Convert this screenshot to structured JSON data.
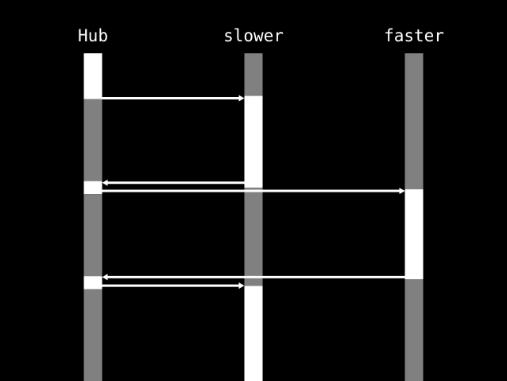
{
  "diagram": {
    "type": "sequence-activity-timeline",
    "colors": {
      "background": "#000000",
      "active": "#ffffff",
      "idle": "#808080",
      "arrow": "#ffffff",
      "label": "#ffffff"
    },
    "lanes": [
      {
        "id": "hub",
        "label": "Hub",
        "segments": [
          {
            "state": "active",
            "from": 0,
            "to": 0.14
          },
          {
            "state": "idle",
            "from": 0.14,
            "to": 0.39
          },
          {
            "state": "active",
            "from": 0.39,
            "to": 0.43
          },
          {
            "state": "idle",
            "from": 0.43,
            "to": 0.68
          },
          {
            "state": "active",
            "from": 0.68,
            "to": 0.72
          },
          {
            "state": "idle",
            "from": 0.72,
            "to": 1
          }
        ]
      },
      {
        "id": "slower",
        "label": "slower",
        "segments": [
          {
            "state": "idle",
            "from": 0,
            "to": 0.13
          },
          {
            "state": "active",
            "from": 0.13,
            "to": 0.41
          },
          {
            "state": "idle",
            "from": 0.41,
            "to": 0.71
          },
          {
            "state": "active",
            "from": 0.71,
            "to": 1
          }
        ]
      },
      {
        "id": "faster",
        "label": "faster",
        "segments": [
          {
            "state": "idle",
            "from": 0,
            "to": 0.415
          },
          {
            "state": "active",
            "from": 0.415,
            "to": 0.69
          },
          {
            "state": "idle",
            "from": 0.69,
            "to": 1
          }
        ]
      }
    ],
    "messages": [
      {
        "from": "hub",
        "to": "slower",
        "at": 0.137
      },
      {
        "from": "slower",
        "to": "hub",
        "at": 0.395
      },
      {
        "from": "hub",
        "to": "faster",
        "at": 0.42
      },
      {
        "from": "faster",
        "to": "hub",
        "at": 0.683
      },
      {
        "from": "hub",
        "to": "slower",
        "at": 0.709
      }
    ]
  }
}
